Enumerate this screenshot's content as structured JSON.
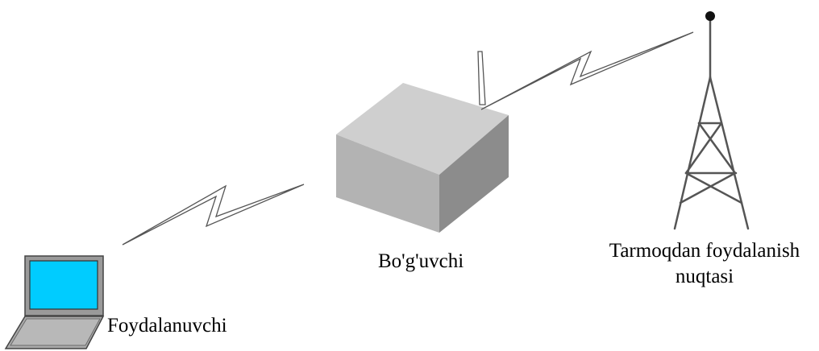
{
  "nodes": {
    "user": {
      "label": "Foydalanuvchi",
      "icon": "laptop-icon",
      "screen_color": "#00ccff"
    },
    "bridge": {
      "label": "Bo'g'uvchi",
      "icon": "bridge-box-icon",
      "color": "#b8b8b8"
    },
    "access_point": {
      "label_line1": "Tarmoqdan foydalanish",
      "label_line2": "nuqtasi",
      "icon": "tower-antenna-icon"
    }
  },
  "links": [
    {
      "from": "user",
      "to": "bridge",
      "type": "wireless",
      "icon": "wireless-link-icon"
    },
    {
      "from": "bridge",
      "to": "access_point",
      "type": "wireless",
      "icon": "wireless-link-icon"
    }
  ]
}
